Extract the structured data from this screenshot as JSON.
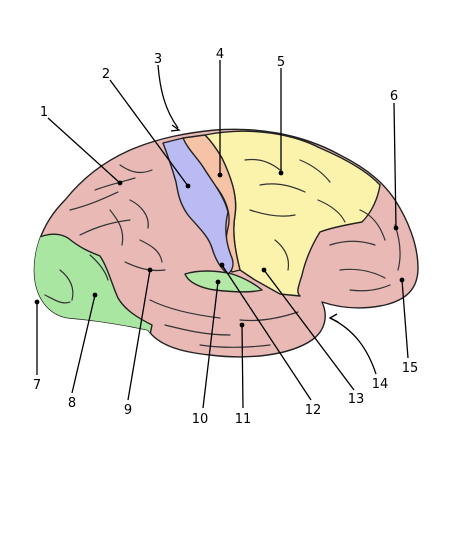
{
  "labels": [
    "1",
    "2",
    "3",
    "4",
    "5",
    "6",
    "7",
    "8",
    "9",
    "10",
    "11",
    "12",
    "13",
    "14",
    "15"
  ],
  "colors": {
    "frontal": "#e8b9b5",
    "occipital_prefrontal": "#a9e6a1",
    "motor_strip": "#b9bbf2",
    "somatosensory_strip": "#f7c3a6",
    "parietal": "#fbf3ac",
    "auditory": "#b4e8a6",
    "outline": "#222222"
  }
}
